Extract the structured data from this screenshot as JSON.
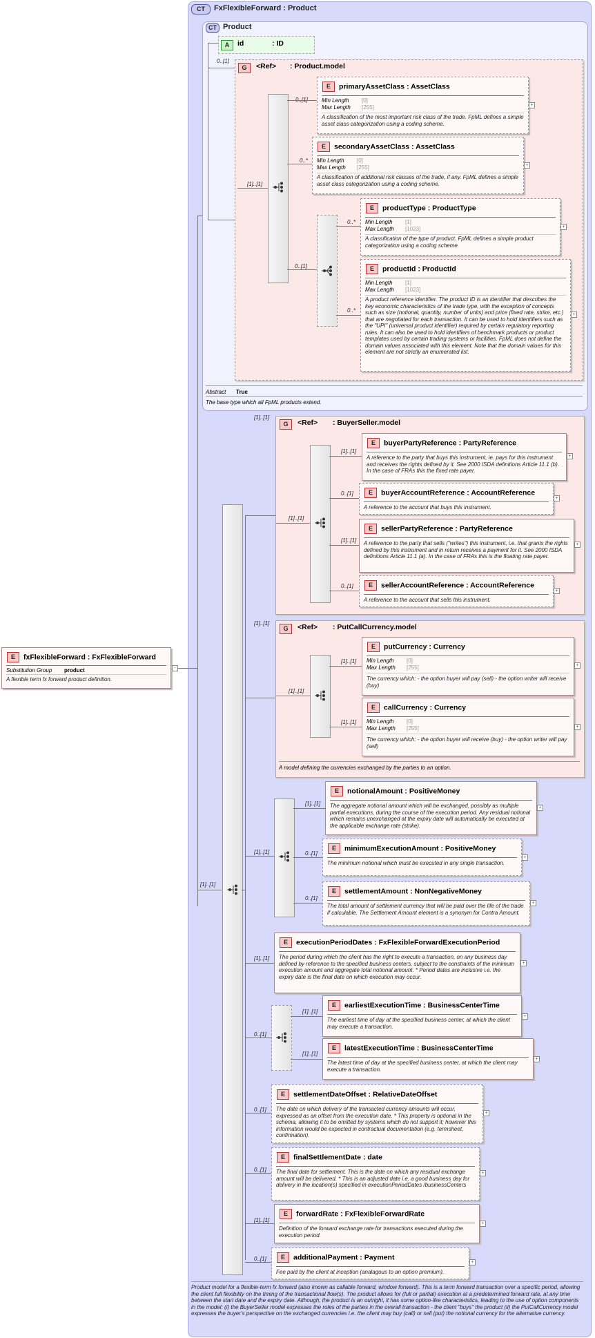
{
  "ct_outer": {
    "badge": "CT",
    "title": "FxFlexibleForward : Product"
  },
  "ct_inner": {
    "badge": "CT",
    "title": "Product"
  },
  "attribute": {
    "badge": "A",
    "name": "id",
    "type": ": ID"
  },
  "product_model": {
    "card": "0..[1]",
    "badge": "G",
    "ref": "<Ref>",
    "title": ": Product.model",
    "seq_card": "[1]..[1]",
    "primaryAssetClass": {
      "badge": "E",
      "name": "primaryAssetClass",
      "type": ": AssetClass",
      "card": "0..[1]",
      "minlabel": "Min Length",
      "min": "[0]",
      "maxlabel": "Max Length",
      "max": "[255]",
      "desc": "A classification of the most important risk class of the trade. FpML defines a simple asset class categorization using a coding scheme."
    },
    "secondaryAssetClass": {
      "badge": "E",
      "name": "secondaryAssetClass",
      "type": ": AssetClass",
      "card": "0..*",
      "minlabel": "Min Length",
      "min": "[0]",
      "maxlabel": "Max Length",
      "max": "[255]",
      "desc": "A classification of additional risk classes of the trade, if any. FpML defines a simple asset class categorization using a coding scheme."
    },
    "choice_card": "0..[1]",
    "productType": {
      "badge": "E",
      "name": "productType",
      "type": ": ProductType",
      "card": "0..*",
      "minlabel": "Min Length",
      "min": "[1]",
      "maxlabel": "Max Length",
      "max": "[1023]",
      "desc": "A classification of the type of product. FpML defines a simple product categorization using a coding scheme."
    },
    "productId": {
      "badge": "E",
      "name": "productId",
      "type": ": ProductId",
      "card": "0..*",
      "minlabel": "Min Length",
      "min": "[1]",
      "maxlabel": "Max Length",
      "max": "[1023]",
      "desc": "A product reference identifier. The product ID is an identifier that describes the key economic characteristics of the trade type, with the exception of concepts such as size (notional, quantity, number of units) and price (fixed rate, strike, etc.) that are negotiated for each transaction. It can be used to hold identifiers such as the \"UPI\" (universal product identifier) required by certain regulatory reporting rules. It can also be used to hold identifiers of benchmark products or product templates used by certain trading systems or facilities. FpML does not define the domain values associated with this element. Note that the domain values for this element are not strictly an enumerated list."
    }
  },
  "abstract": {
    "label": "Abstract",
    "value": "True"
  },
  "product_desc": "The base type which all FpML products extend.",
  "root": {
    "badge": "E",
    "name": "fxFlexibleForward",
    "type": ": FxFlexibleForward",
    "subst_label": "Substitution Group",
    "subst_value": "product",
    "desc": "A flexible term fx forward product definition."
  },
  "main_seq_card": "[1]..[1]",
  "buyer_seller": {
    "card": "[1]..[1]",
    "badge": "G",
    "ref": "<Ref>",
    "title": ": BuyerSeller.model",
    "seq_card": "[1]..[1]",
    "buyerPartyReference": {
      "badge": "E",
      "name": "buyerPartyReference",
      "type": ": PartyReference",
      "card": "[1]..[1]",
      "desc": "A reference to the party that buys this instrument, ie. pays for this instrument and receives the rights defined by it. See 2000 ISDA definitions Article 11.1 (b). In the case of FRAs this the fixed rate payer."
    },
    "buyerAccountReference": {
      "badge": "E",
      "name": "buyerAccountReference",
      "type": ": AccountReference",
      "card": "0..[1]",
      "desc": "A reference to the account that buys this instrument."
    },
    "sellerPartyReference": {
      "badge": "E",
      "name": "sellerPartyReference",
      "type": ": PartyReference",
      "card": "[1]..[1]",
      "desc": "A reference to the party that sells (\"writes\") this instrument, i.e. that grants the rights defined by this instrument and in return receives a payment for it. See 2000 ISDA definitions Article 11.1 (a). In the case of FRAs this is the floating rate payer."
    },
    "sellerAccountReference": {
      "badge": "E",
      "name": "sellerAccountReference",
      "type": ": AccountReference",
      "card": "0..[1]",
      "desc": "A reference to the account that sells this instrument."
    }
  },
  "put_call": {
    "card": "[1]..[1]",
    "badge": "G",
    "ref": "<Ref>",
    "title": ": PutCallCurrency.model",
    "seq_card": "[1]..[1]",
    "putCurrency": {
      "badge": "E",
      "name": "putCurrency",
      "type": ": Currency",
      "card": "[1]..[1]",
      "minlabel": "Min Length",
      "min": "[0]",
      "maxlabel": "Max Length",
      "max": "[255]",
      "desc": "The currency which: - the option buyer will pay (sell) - the option writer will receive (buy)"
    },
    "callCurrency": {
      "badge": "E",
      "name": "callCurrency",
      "type": ": Currency",
      "card": "[1]..[1]",
      "minlabel": "Min Length",
      "min": "[0]",
      "maxlabel": "Max Length",
      "max": "[255]",
      "desc": "The currency which: - the option buyer will receive (buy) - the option writer will pay (sell)"
    },
    "desc": "A model defining the currencies exchanged by the parties to an option."
  },
  "amount_seq": {
    "card": "[1]..[1]",
    "notionalAmount": {
      "badge": "E",
      "name": "notionalAmount",
      "type": ": PositiveMoney",
      "card": "[1]..[1]",
      "desc": "The aggregate notional amount which will be exchanged, possibly as multiple partial executions, during the course of the execution period. Any residual notional which remains unexchanged at the expiry date will automatically be executed at the applicable exchange rate (strike)."
    },
    "minimumExecutionAmount": {
      "badge": "E",
      "name": "minimumExecutionAmount",
      "type": ": PositiveMoney",
      "card": "0..[1]",
      "desc": "The minimum notional which must be executed in any single transaction."
    },
    "settlementAmount": {
      "badge": "E",
      "name": "settlementAmount",
      "type": ": NonNegativeMoney",
      "card": "0..[1]",
      "desc": "The total amount of settlement currency that will be paid over the life of the trade if calculable. The Settlement Amount element is a synonym for Contra Amount."
    }
  },
  "executionPeriodDates": {
    "badge": "E",
    "name": "executionPeriodDates",
    "type": ": FxFlexibleForwardExecutionPeriod",
    "card": "[1]..[1]",
    "desc": "The period during which the client has the right to execute a transaction, on any business day defined by reference to the specified business centers, subject to the constraints of the minimum execution amount and aggregate total notional amount. * Period dates are inclusive i.e. the expiry date is the final date on which execution may occur."
  },
  "time_seq": {
    "card": "0..[1]",
    "earliestExecutionTime": {
      "badge": "E",
      "name": "earliestExecutionTime",
      "type": ": BusinessCenterTime",
      "card": "[1]..[1]",
      "desc": "The earliest time of day at the specified business center, at which the client may execute a transaction."
    },
    "latestExecutionTime": {
      "badge": "E",
      "name": "latestExecutionTime",
      "type": ": BusinessCenterTime",
      "card": "[1]..[1]",
      "desc": "The latest time of day at the specified business center, at which the client may execute a transaction."
    }
  },
  "settlementDateOffset": {
    "badge": "E",
    "name": "settlementDateOffset",
    "type": ": RelativeDateOffset",
    "card": "0..[1]",
    "desc": "The date on which delivery of the transacted currency amounts will occur, expressed as an offset from the execution date. * This property is optional in the schema, allowing it to be omitted by systems which do not support it; however this information would be expected in contractual documentation (e.g. termsheet, confirmation)."
  },
  "finalSettlementDate": {
    "badge": "E",
    "name": "finalSettlementDate",
    "type": ": date",
    "card": "0..[1]",
    "desc": "The final date for settlement. This is the date on which any residual exchange amount will be delivered. * This is an adjusted date i.e. a good business day for delivery in the location(s) specified in executionPeriodDates /businessCenters"
  },
  "forwardRate": {
    "badge": "E",
    "name": "forwardRate",
    "type": ": FxFlexibleForwardRate",
    "card": "[1]..[1]",
    "desc": "Definition of the forward exchange rate for transactions executed during the execution period."
  },
  "additionalPayment": {
    "badge": "E",
    "name": "additionalPayment",
    "type": ": Payment",
    "card": "0..[1]",
    "desc": "Fee paid by the client at inception (analagous to an option premium)."
  },
  "type_desc": "Product model for a flexible-term fx forward (also known as callable forward, window forward). This is a term forward transaction over a specific period, allowing the client full flexibility on the timing of the transactional flow(s). The product allows for (full or partial) execution at a predetermined forward rate, at any time between the start date and the expiry date. Although, the product is an outright, it has some option-like characteristics, leading to the use of option components in the model: (i) the BuyerSeller model expresses the roles of the parties in the overall transaction - the client \"buys\" the product (ii) the PutCallCurrency model expresses the buyer's perspective on the exchanged currencies i.e. the client may buy (call) or sell (put) the notional currency for the alternative currency."
}
